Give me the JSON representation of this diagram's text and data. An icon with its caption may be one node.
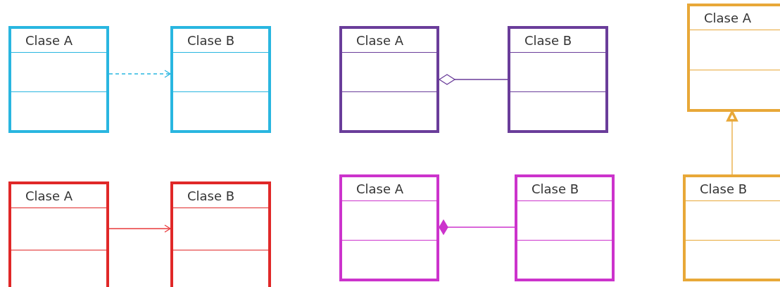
{
  "diagram": {
    "nodes": [
      {
        "text": [
          "Clase A"
        ]
      },
      {
        "text": [
          "Clase B"
        ]
      },
      {
        "text": [
          "Clase A"
        ]
      },
      {
        "text": [
          "Clase B"
        ]
      },
      {
        "text": [
          "Clase A"
        ]
      },
      {
        "text": [
          "Clase A"
        ]
      },
      {
        "text": [
          "Clase B"
        ]
      },
      {
        "text": [
          "Clase A"
        ]
      },
      {
        "text": [
          "Clase B"
        ]
      },
      {
        "text": [
          "Clase B"
        ]
      }
    ],
    "edges": [
      {
        "from": 0,
        "to": 1,
        "arrow": "to",
        "style": "dashed",
        "color": "#29b6e0"
      },
      {
        "from": 2,
        "to": 3,
        "arrow": "other",
        "color": "#6a3d9a"
      },
      {
        "from": 5,
        "to": 6,
        "arrow": "to",
        "color": "#e8383a"
      },
      {
        "from": 7,
        "to": 8,
        "arrow": "other",
        "color": "#cc33cc"
      },
      {
        "from": 9,
        "to": 4,
        "arrow": "to",
        "color": "#e8a838"
      }
    ]
  }
}
